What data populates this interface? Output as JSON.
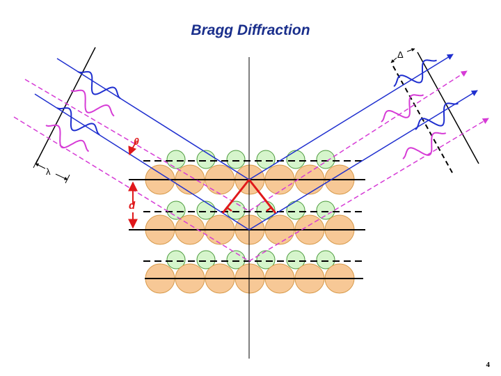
{
  "title": "Bragg Diffraction",
  "page_number": "4",
  "labels": {
    "wavelength": "λ",
    "path_difference": "Δ",
    "angle": "θ",
    "spacing": "d"
  },
  "colors": {
    "title": "#1a2f8c",
    "ray_blue": "#1f2fcf",
    "ray_magenta": "#d63bd6",
    "geometry_red": "#e0181b",
    "atom_large_fill": "#f7c896",
    "atom_large_stroke": "#d79a4a",
    "atom_small_fill": "#d6f5cc",
    "atom_small_stroke": "#4a9a3a"
  }
}
